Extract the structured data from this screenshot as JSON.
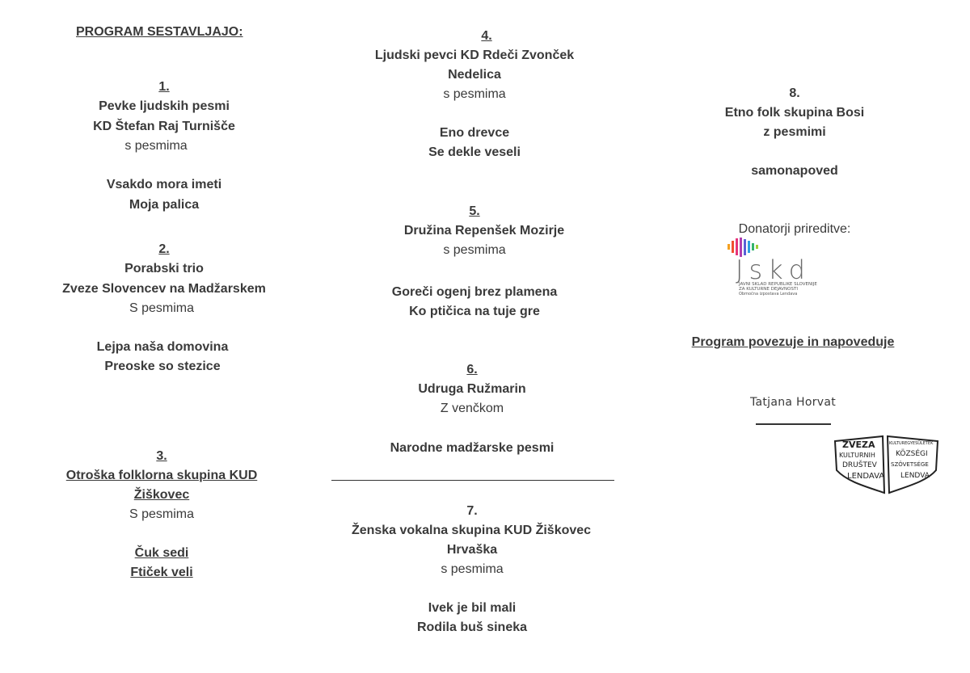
{
  "header": "PROGRAM SESTAVLJAJO:",
  "items": [
    {
      "num": "1.",
      "lines": [
        "Pevke ljudskih pesmi",
        "KD Štefan Raj Turnišče"
      ],
      "sub": "s pesmima",
      "songs": [
        "Vsakdo mora imeti",
        "Moja palica"
      ]
    },
    {
      "num": "2.",
      "lines": [
        "Porabski trio",
        "Zveze Slovencev na Madžarskem"
      ],
      "sub": "S pesmima",
      "songs": [
        "Lejpa naša  domovina",
        "Preoske so stezice"
      ]
    },
    {
      "num": "3.",
      "lines": [
        "Otroška folklorna  skupina KUD",
        "Žiškovec"
      ],
      "sub": "S pesmima",
      "songs": [
        "Čuk sedi",
        "Ftiček veli"
      ]
    },
    {
      "num": "4.",
      "lines": [
        "Ljudski pevci KD Rdeči Zvonček",
        "Nedelica"
      ],
      "sub": "s pesmima",
      "songs": [
        "Eno drevce",
        "Se dekle veseli"
      ]
    },
    {
      "num": "5.",
      "lines": [
        "Družina Repenšek  Mozirje"
      ],
      "sub": "s pesmima",
      "songs": [
        "Goreči ogenj brez plamena",
        "Ko ptičica na tuje gre"
      ]
    },
    {
      "num": "6.",
      "lines": [
        "Udruga Ružmarin"
      ],
      "sub": "Z venčkom",
      "songs": [
        "Narodne madžarske pesmi"
      ]
    },
    {
      "num": "7.",
      "lines": [
        "Ženska vokalna skupina KUD Žiškovec",
        "Hrvaška"
      ],
      "sub": "s pesmima",
      "songs": [
        "Ivek je bil mali",
        "Rodila buš sineka"
      ]
    },
    {
      "num": "8.",
      "lines": [
        "Etno folk skupina Bosi",
        "z pesmimi"
      ],
      "sub": "samonapoved",
      "songs": []
    }
  ],
  "donors_label": "Donatorji prireditve:",
  "jskd": {
    "name": "Jskd",
    "line1": "JAVNI SKLAD REPUBLIKE SLOVENIJE",
    "line2": "ZA KULTURNE DEJAVNOSTI",
    "line3": "Območna izpostava Lendava"
  },
  "host_label": "Program povezuje in napoveduje",
  "host_name": "Tatjana Horvat",
  "zkd_logo": {
    "left": [
      "ZVEZA",
      "KULTURNIH",
      "DRUŠTEV",
      "LENDAVA"
    ],
    "right": [
      "KULTUREGYESÜLETEK",
      "KÖZSÉGI",
      "SZÖVETSÉGE",
      "LENDVA"
    ]
  },
  "colors": {
    "text": "#3a3a3a",
    "jskd_text": "#6b6b6b"
  }
}
